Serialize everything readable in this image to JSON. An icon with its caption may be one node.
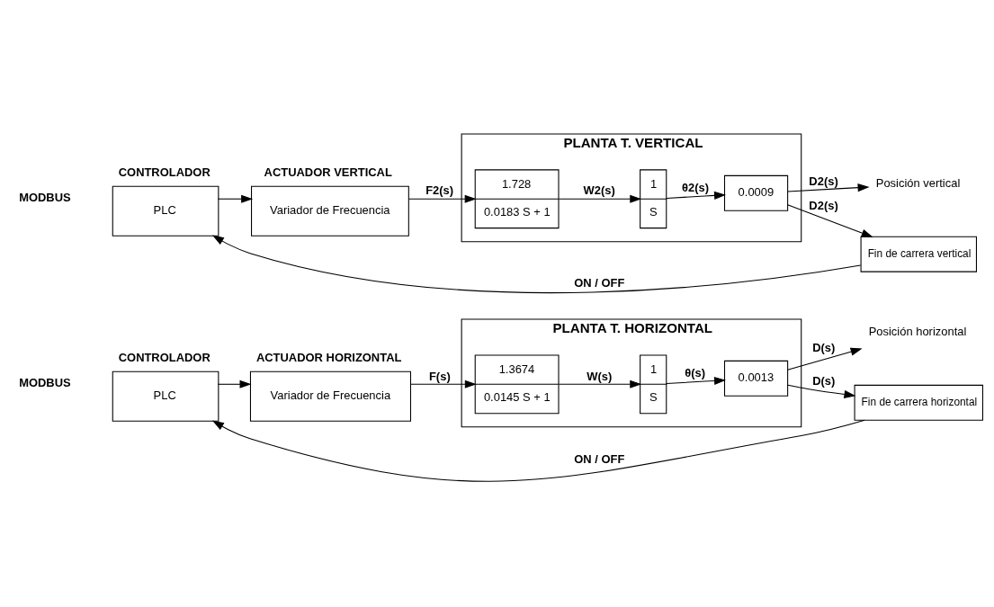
{
  "diagram": {
    "nodes": [
      {
        "text": [
          "CONTROLADOR",
          "PLC"
        ]
      },
      {
        "text": [
          "ACTUADOR HORIZONTAL",
          "Variador de Frecuencia"
        ]
      },
      {
        "text": [
          "PLANTA T. HORIZONTAL"
        ]
      },
      {
        "text": [
          "1.3674",
          "0.0145 S + 1"
        ],
        "in": 2
      },
      {
        "text": [
          "1",
          "S"
        ],
        "in": 2
      },
      {
        "text": [
          "0.0013"
        ],
        "in": 2
      },
      {
        "text": [
          "Posición horizontal"
        ]
      },
      {
        "text": [
          "Fin de carrera horizontal"
        ]
      },
      {
        "text": [
          "CONTROLADOR",
          "PLC"
        ]
      },
      {
        "text": [
          "ACTUADOR VERTICAL",
          "Variador de Frecuencia"
        ]
      },
      {
        "text": [
          "PLANTA T. VERTICAL"
        ]
      },
      {
        "text": [
          "1.728",
          "0.0183 S + 1"
        ],
        "in": 10
      },
      {
        "text": [
          "1",
          "S"
        ],
        "in": 10
      },
      {
        "text": [
          "0.0009"
        ],
        "in": 10
      },
      {
        "text": [
          "Posición vertical"
        ]
      },
      {
        "text": [
          "Fin de carrera vertical"
        ]
      }
    ],
    "edges": [
      {
        "from": 0,
        "to": 1,
        "arrow": "to"
      },
      {
        "from": 1,
        "to": 3,
        "arrow": "to",
        "label": "F(s)"
      },
      {
        "from": 3,
        "to": 4,
        "arrow": "to",
        "label": "W(s)"
      },
      {
        "from": 4,
        "to": 5,
        "arrow": "to",
        "label": "θ(s)"
      },
      {
        "from": 5,
        "to": 6,
        "arrow": "to",
        "label": "D(s)"
      },
      {
        "from": 5,
        "to": 7,
        "arrow": "to",
        "label": "D(s)"
      },
      {
        "from": 7,
        "to": 0,
        "arrow": "to",
        "label": "ON / OFF"
      },
      {
        "from": 8,
        "to": 9,
        "arrow": "to"
      },
      {
        "from": 9,
        "to": 11,
        "arrow": "to",
        "label": "F2(s)"
      },
      {
        "from": 11,
        "to": 12,
        "arrow": "to",
        "label": "W2(s)"
      },
      {
        "from": 12,
        "to": 13,
        "arrow": "to",
        "label": "θ2(s)"
      },
      {
        "from": 13,
        "to": 14,
        "arrow": "to",
        "label": "D2(s)"
      },
      {
        "from": 13,
        "to": 15,
        "arrow": "to",
        "label": "D2(s)"
      },
      {
        "from": 15,
        "to": 8,
        "arrow": "to",
        "label": "ON / OFF"
      }
    ],
    "labels": [
      "MODBUS",
      "MODBUS"
    ]
  }
}
